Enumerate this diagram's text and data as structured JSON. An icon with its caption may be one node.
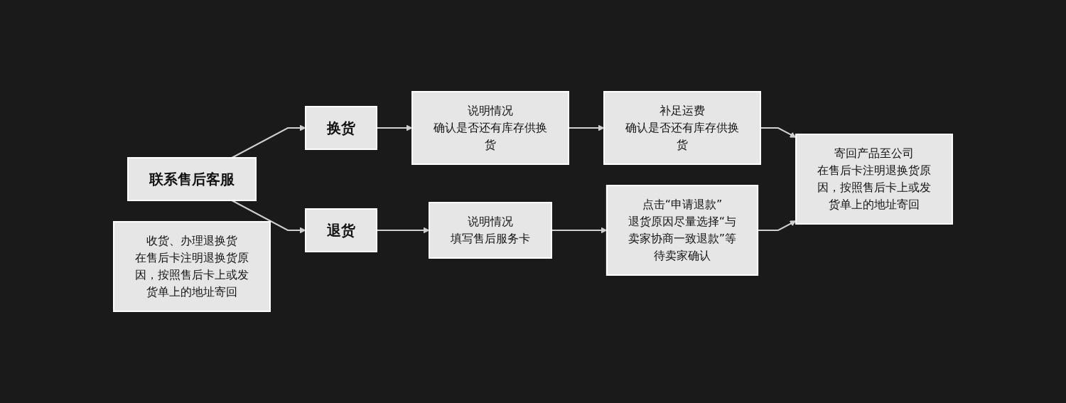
{
  "diagram": {
    "nodes": [
      {
        "text": [
          "联系售后客服"
        ]
      },
      {
        "text": [
          "换货"
        ]
      },
      {
        "text": [
          "说明情况",
          "确认是否还有库存供换货"
        ]
      },
      {
        "text": [
          "补足运费",
          "确认是否还有库存供换货"
        ]
      },
      {
        "text": [
          "寄回产品至公司",
          "在售后卡注明退换货原因，按照售后卡上或发货单上的地址寄回"
        ]
      },
      {
        "text": [
          "退货"
        ]
      },
      {
        "text": [
          "说明情况",
          "填写售后服务卡"
        ]
      },
      {
        "text": [
          "点击“申请退款”",
          "退货原因尽量选择“与卖家协商一致退款”等待卖家确认"
        ]
      },
      {
        "text": [
          "收货、办理退换货",
          "在售后卡注明退换货原因，按照售后卡上或发货单上的地址寄回"
        ]
      }
    ],
    "edges": [
      {
        "from": 0,
        "to": 1,
        "arrow": "to"
      },
      {
        "from": 0,
        "to": 5,
        "arrow": "to"
      },
      {
        "from": 1,
        "to": 2,
        "arrow": "to"
      },
      {
        "from": 2,
        "to": 3,
        "arrow": "to"
      },
      {
        "from": 3,
        "to": 4,
        "arrow": "to"
      },
      {
        "from": 5,
        "to": 6,
        "arrow": "to"
      },
      {
        "from": 6,
        "to": 7,
        "arrow": "to"
      },
      {
        "from": 7,
        "to": 4,
        "arrow": "to"
      }
    ]
  }
}
